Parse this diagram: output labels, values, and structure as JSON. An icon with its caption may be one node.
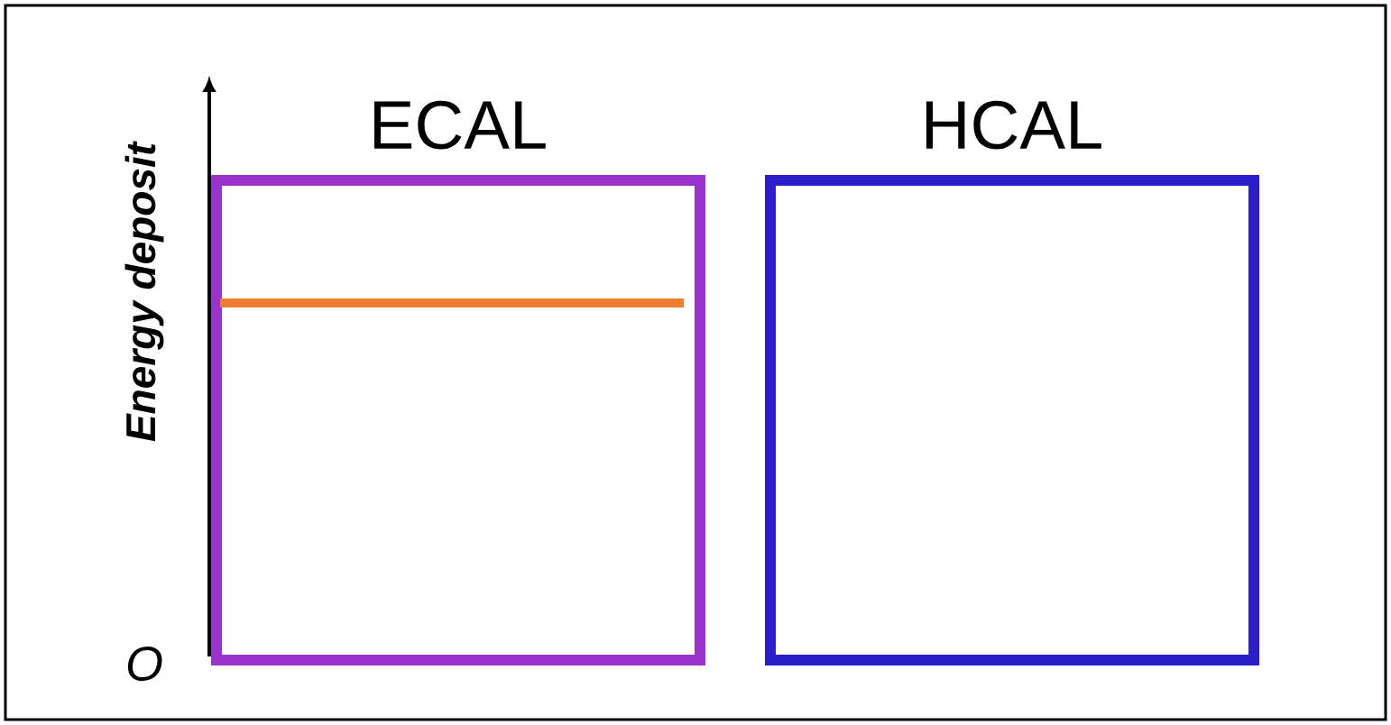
{
  "diagram": {
    "nodes": [
      {
        "text": [
          "ECAL"
        ]
      },
      {
        "text": [
          "HCAL"
        ]
      }
    ],
    "labels": [
      "Energy deposit",
      "O"
    ]
  }
}
